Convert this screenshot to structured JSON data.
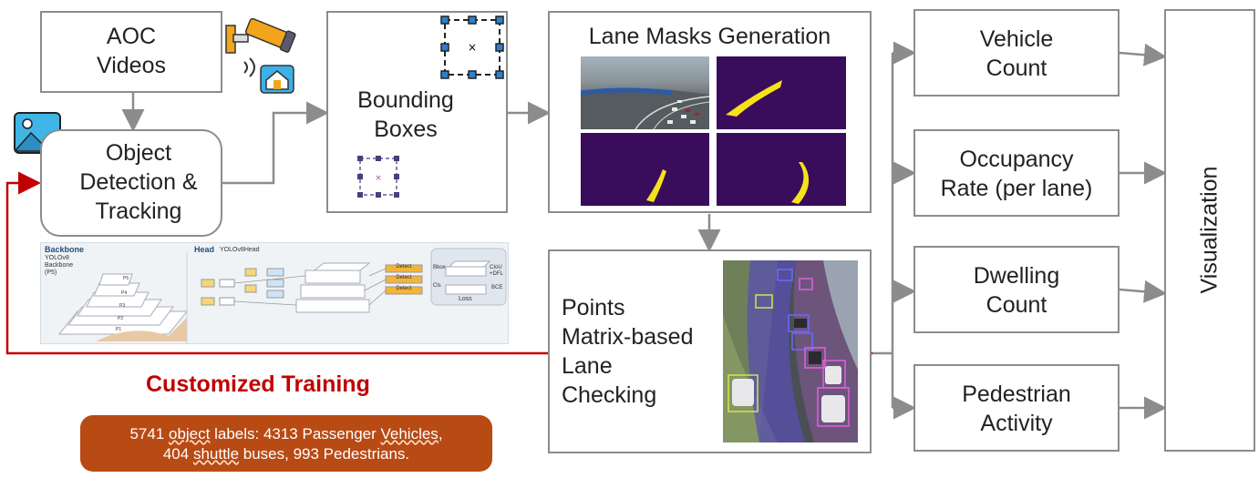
{
  "inputs": {
    "aoc_line1": "AOC",
    "aoc_line2": "Videos",
    "od_line1": "Object",
    "od_line2": "Detection &",
    "od_line3": "Tracking"
  },
  "bounding": {
    "line1": "Bounding",
    "line2": "Boxes"
  },
  "lane_masks": {
    "title": "Lane Masks Generation"
  },
  "points": {
    "line1": "Points",
    "line2": "Matrix-based",
    "line3": "Lane",
    "line4": "Checking"
  },
  "outputs": {
    "vehicle_l1": "Vehicle",
    "vehicle_l2": "Count",
    "occupancy_l1": "Occupancy",
    "occupancy_l2": "Rate (per lane)",
    "dwelling_l1": "Dwelling",
    "dwelling_l2": "Count",
    "pedestrian_l1": "Pedestrian",
    "pedestrian_l2": "Activity"
  },
  "visualization": "Visualization",
  "training": {
    "title": "Customized Training",
    "stats_pre": "5741 ",
    "stats_u1": "object",
    "stats_mid1": " labels: 4313 Passenger ",
    "stats_u2": "Vehicles",
    "stats_mid2": ",",
    "stats_l2_pre": "404 ",
    "stats_u3": "shuttle",
    "stats_l2_post": " buses, 993 Pedestrians."
  },
  "yolo": {
    "backbone_title": "Backbone",
    "backbone_sub1": "YOLOv8",
    "backbone_sub2": "Backbone",
    "backbone_sub3": "(P5)",
    "head_title": "Head",
    "head_sub": "YOLOv8Head",
    "detect_label": "Detect",
    "bbox_label": "Bbox",
    "cls_label": "Cls",
    "loss_label": "Loss",
    "ciou_label": "CIoU",
    "dfl_label": "+DFL",
    "bce_label": "BCE",
    "layers": [
      "P5",
      "P4",
      "P3",
      "P2",
      "P1"
    ]
  },
  "colors": {
    "border": "#8c8c8c",
    "arrow": "#8c8c8c",
    "feedback": "#c00000",
    "mask_bg": "#3a0c5c",
    "mask_fg": "#f5e21a",
    "stats_bg": "#b84a14"
  }
}
